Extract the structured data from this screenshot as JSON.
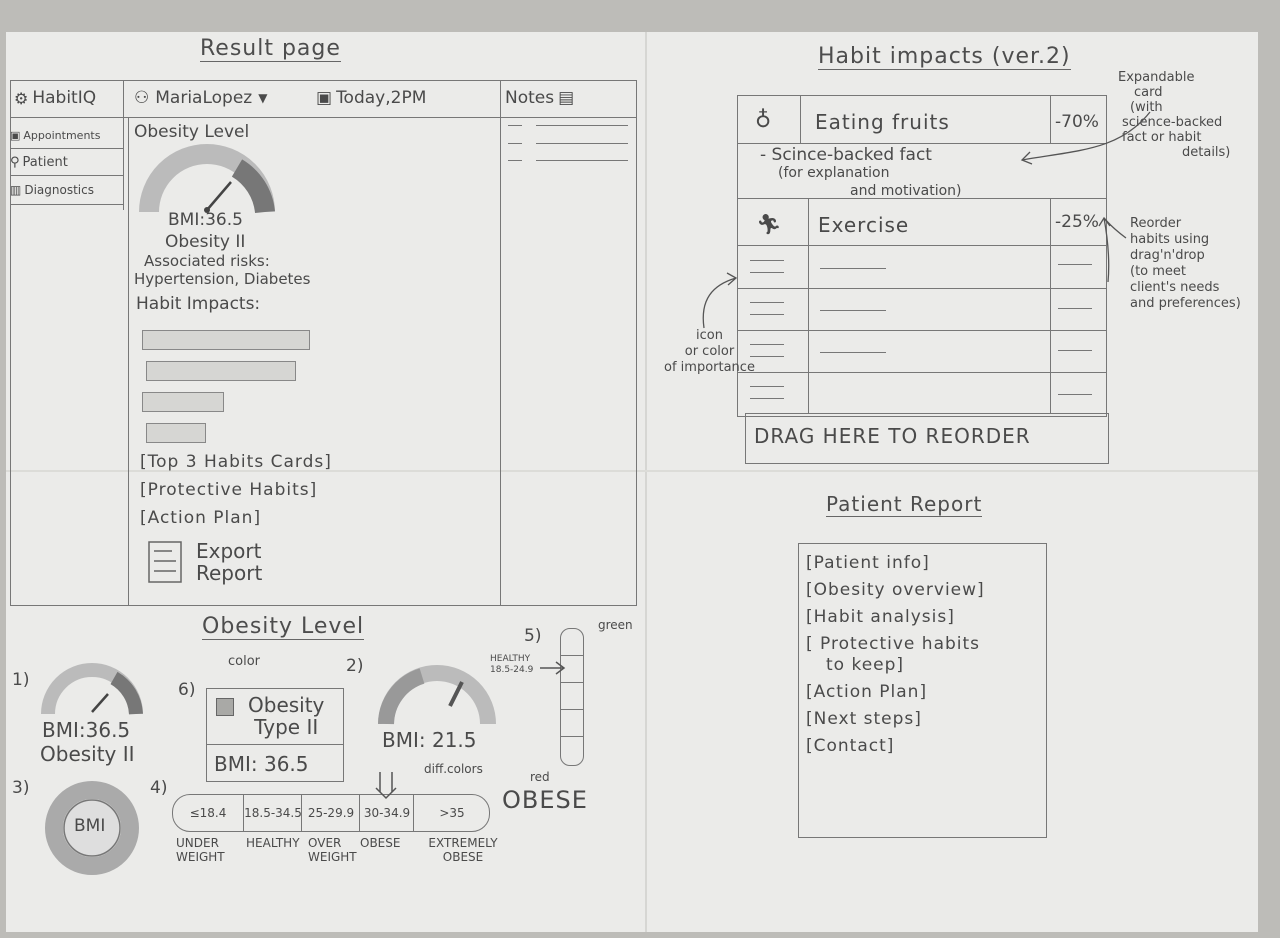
{
  "result_page": {
    "title": "Result page",
    "logo": "HabitIQ",
    "patient_name": "MariaLopez",
    "date": "Today,2PM",
    "notes_label": "Notes",
    "nav": [
      "Appointments",
      "Patient",
      "Diagnostics"
    ],
    "obesity_heading": "Obesity Level",
    "bmi": "BMI:36.5",
    "obesity_class": "Obesity II",
    "risks_label": "Associated risks:",
    "risks": "Hypertension, Diabetes",
    "habit_impacts_label": "Habit Impacts:",
    "habit_bars": [
      0.83,
      0.74,
      0.4,
      0.29
    ],
    "links": [
      "[Top 3 Habits Cards]",
      "[Protective Habits]",
      "[Action Plan]"
    ],
    "export_line1": "Export",
    "export_line2": "Report"
  },
  "habit_impacts": {
    "title": "Habit impacts (ver.2)",
    "cards": [
      {
        "name": "Eating fruits",
        "value": "-70%",
        "icon": "apple-icon"
      },
      {
        "name": "Exercise",
        "value": "-25%",
        "icon": "running-person-icon"
      }
    ],
    "fact_line1": "- Scince-backed fact",
    "fact_line2": "(for explanation",
    "fact_line3": "and motivation)",
    "drag_label": "DRAG HERE TO REORDER",
    "note_expandable": [
      "Expandable",
      "card",
      "(with",
      "science-backed",
      "fact or habit",
      "details)"
    ],
    "note_reorder": [
      "Reorder",
      "habits using",
      "drag'n'drop",
      "(to meet",
      "client's needs",
      "and preferences)"
    ],
    "note_icon": [
      "icon",
      "or color",
      "of importance"
    ]
  },
  "obesity_level": {
    "title": "Obesity Level",
    "opt1_num": "1)",
    "opt1_bmi": "BMI:36.5",
    "opt1_class": "Obesity II",
    "opt2_num": "2)",
    "opt2_bmi": "BMI: 21.5",
    "opt3_num": "3)",
    "opt3_label": "BMI",
    "opt4_num": "4)",
    "opt5_num": "5)",
    "opt6_num": "6)",
    "color_label": "color",
    "card_line1": "Obesity",
    "card_line2": "Type II",
    "card_bmi": "BMI: 36.5",
    "diff_colors": "diff.colors",
    "scale_cells": [
      "≤18.4",
      "18.5-34.5",
      "25-29.9",
      "30-34.9",
      ">35"
    ],
    "scale_labels": [
      "UNDER WEIGHT",
      "HEALTHY",
      "OVER WEIGHT",
      "OBESE",
      "EXTREMELY OBESE"
    ],
    "green_label": "green",
    "red_label": "red",
    "healthy_label": "HEALTHY",
    "healthy_range": "18.5-24.9",
    "obese_label": "OBESE"
  },
  "patient_report": {
    "title": "Patient Report",
    "items": [
      "[Patient info]",
      "[Obesity overview]",
      "[Habit analysis]",
      "[ Protective habits",
      "to keep]",
      "[Action Plan]",
      "[Next steps]",
      "[Contact]"
    ]
  }
}
